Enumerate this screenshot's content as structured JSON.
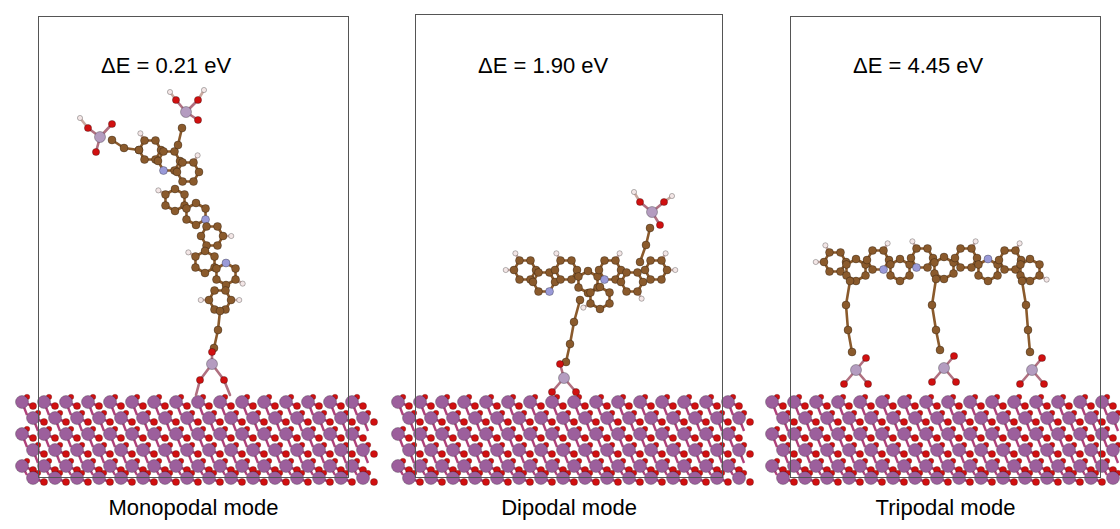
{
  "diagram": {
    "nodes": [
      {
        "text": [
          "ΔE = 0.21 eV",
          "Monopodal mode"
        ]
      },
      {
        "text": [
          "ΔE = 1.90 eV",
          "Dipodal mode"
        ]
      },
      {
        "text": [
          "ΔE = 4.45 eV",
          "Tripodal mode"
        ]
      }
    ]
  }
}
